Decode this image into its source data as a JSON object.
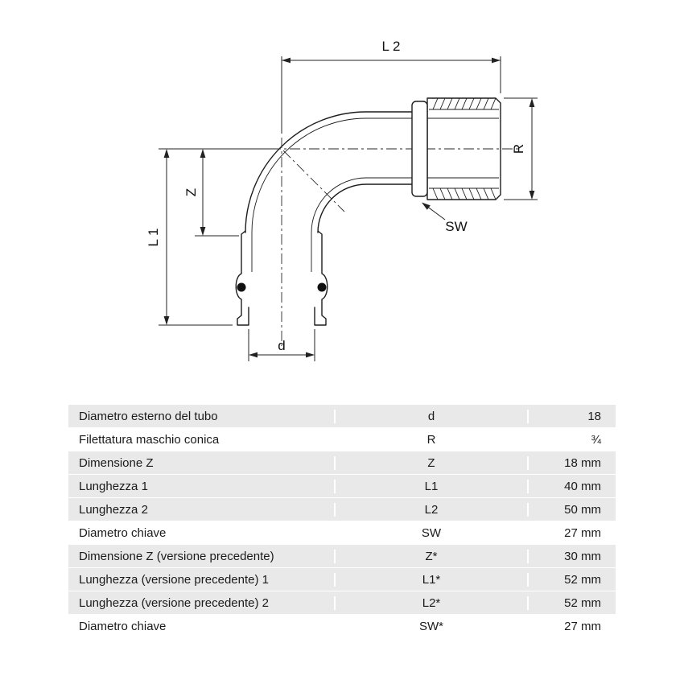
{
  "colors": {
    "line": "#1c1c1c",
    "table_shade": "#e9e9e9"
  },
  "diagram": {
    "labels": {
      "l2": "L 2",
      "r": "R",
      "sw": "SW",
      "z": "Z",
      "l1": "L 1",
      "d": "d"
    }
  },
  "table": {
    "rows": [
      {
        "label": "Diametro esterno del tubo",
        "symbol": "d",
        "value": "18"
      },
      {
        "label": "Filettatura maschio conica",
        "symbol": "R",
        "value": "¾"
      },
      {
        "label": "Dimensione Z",
        "symbol": "Z",
        "value": "18 mm"
      },
      {
        "label": "Lunghezza 1",
        "symbol": "L1",
        "value": "40 mm"
      },
      {
        "label": "Lunghezza 2",
        "symbol": "L2",
        "value": "50 mm"
      },
      {
        "label": "Diametro chiave",
        "symbol": "SW",
        "value": "27 mm"
      },
      {
        "label": "Dimensione Z (versione precedente)",
        "symbol": "Z*",
        "value": "30 mm"
      },
      {
        "label": "Lunghezza (versione precedente) 1",
        "symbol": "L1*",
        "value": "52 mm"
      },
      {
        "label": "Lunghezza (versione precedente) 2",
        "symbol": "L2*",
        "value": "52 mm"
      },
      {
        "label": "Diametro chiave",
        "symbol": "SW*",
        "value": "27 mm"
      }
    ]
  }
}
